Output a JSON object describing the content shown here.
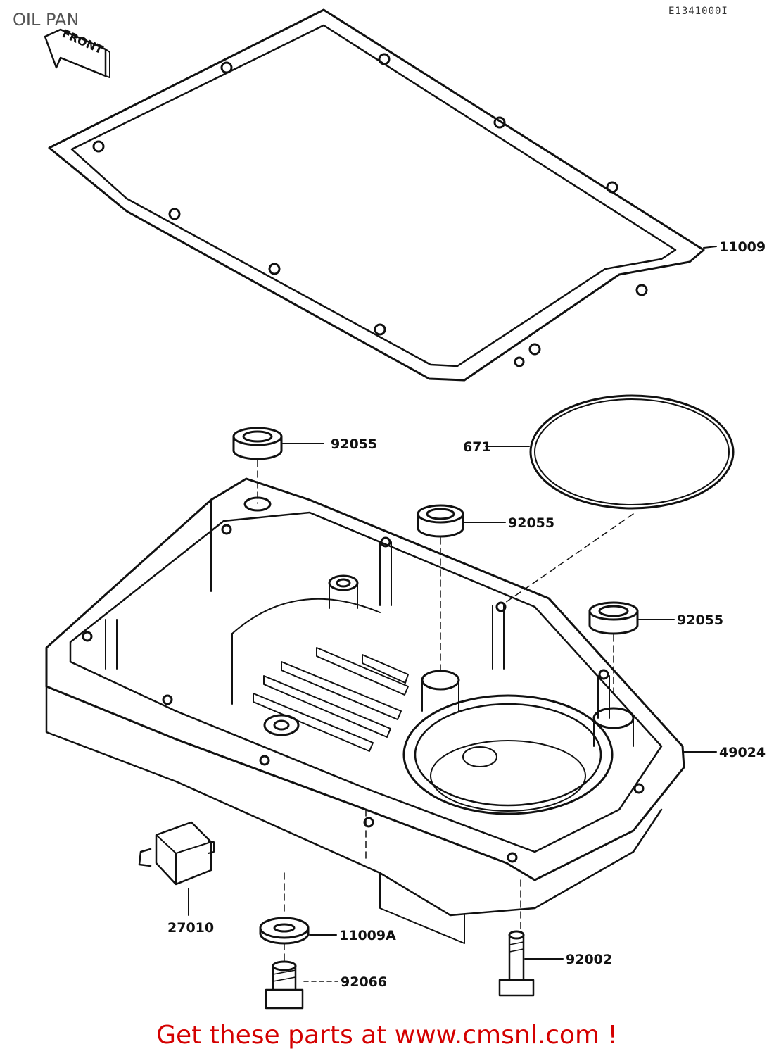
{
  "title": "OIL PAN",
  "diagram_code": "E1341000I",
  "front_label": "FRONT",
  "footer": "Get these parts at www.cmsnl.com !",
  "colors": {
    "footer": "#d40000",
    "line": "#111111"
  },
  "parts": {
    "gasket": "11009",
    "o_ring": "671",
    "seal_1": "92055",
    "seal_2": "92055",
    "seal_3": "92055",
    "oil_pan": "49024",
    "switch": "27010",
    "washer": "11009A",
    "plug": "92066",
    "bolt": "92002"
  }
}
